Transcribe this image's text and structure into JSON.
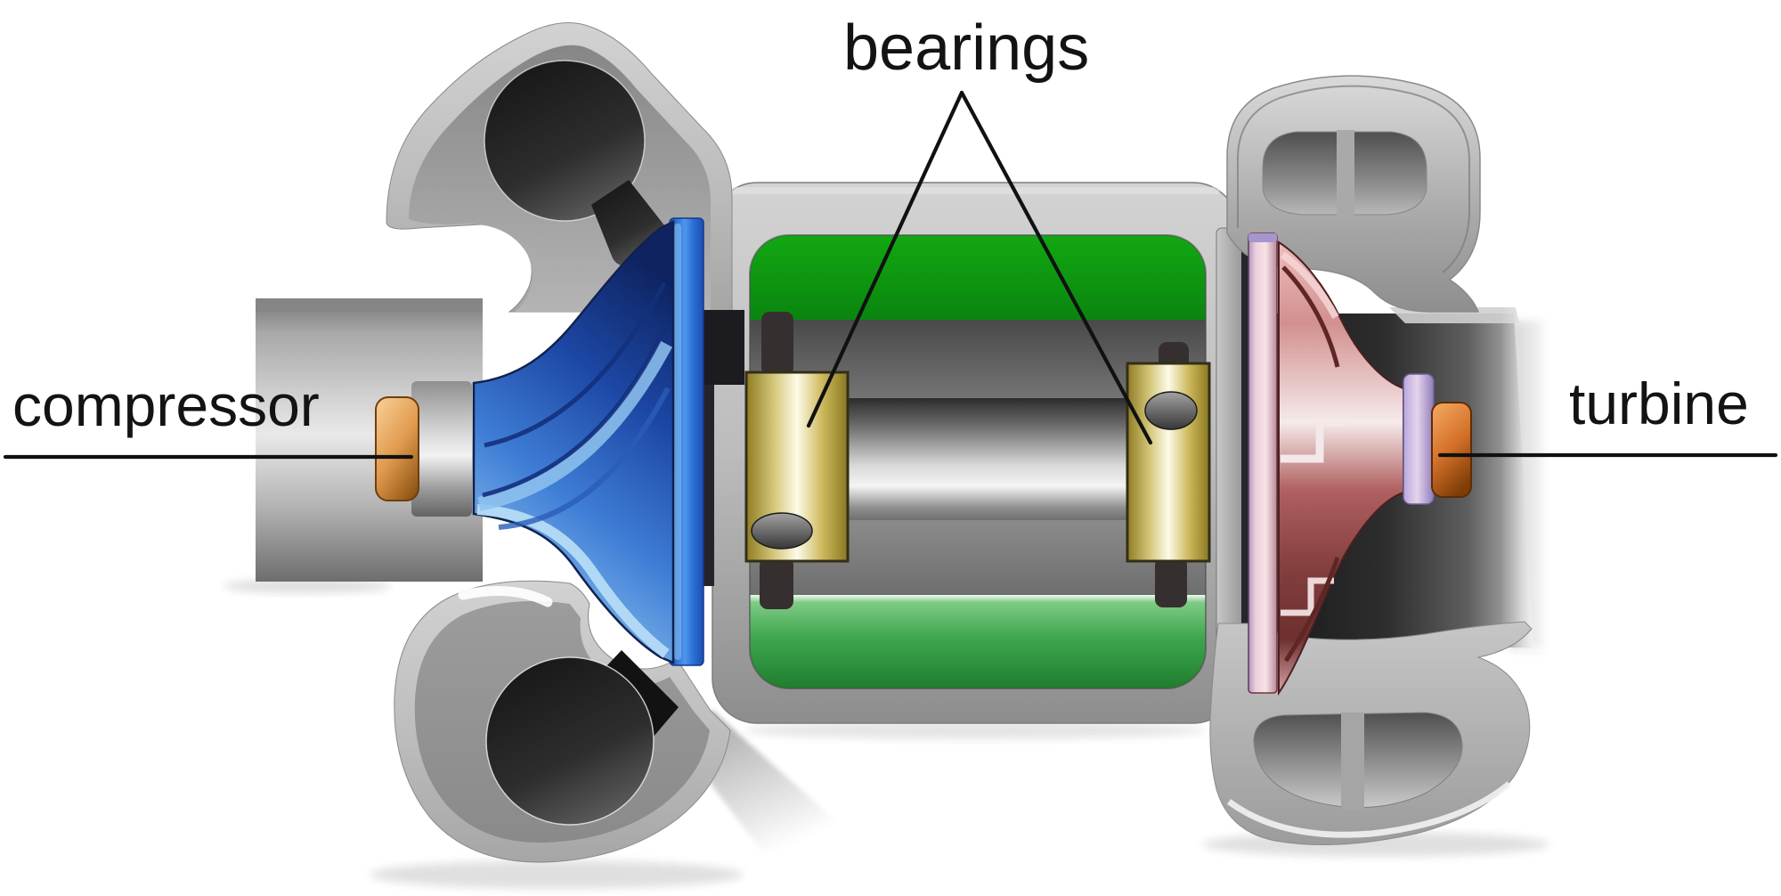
{
  "labels": {
    "bearings": "bearings",
    "compressor": "compressor",
    "turbine": "turbine"
  },
  "colors": {
    "background": "#ffffff",
    "label_text": "#131313",
    "leader_line": "#111111",
    "housing_gray_light": "#cccccc",
    "housing_gray_mid": "#9a9a9a",
    "housing_gray_dark": "#555555",
    "port_dark": "#1d1d1d",
    "seal_green_top": "#0f9f0f",
    "seal_green_bottom": "#3fa74f",
    "bearing_olive": "#b3a145",
    "bearing_highlight": "#fdfbe8",
    "shaft_silver": "#e8e8e8",
    "compressor_blue_dark": "#12265e",
    "compressor_blue": "#2f6ccb",
    "compressor_blue_light": "#aed6f4",
    "compressor_nut_orange": "#dc9a4a",
    "turbine_pink": "#d89898",
    "turbine_maroon": "#7c3a3a",
    "turbine_seal_purple": "#a996cc",
    "turbine_nut_orange": "#d4712a"
  }
}
